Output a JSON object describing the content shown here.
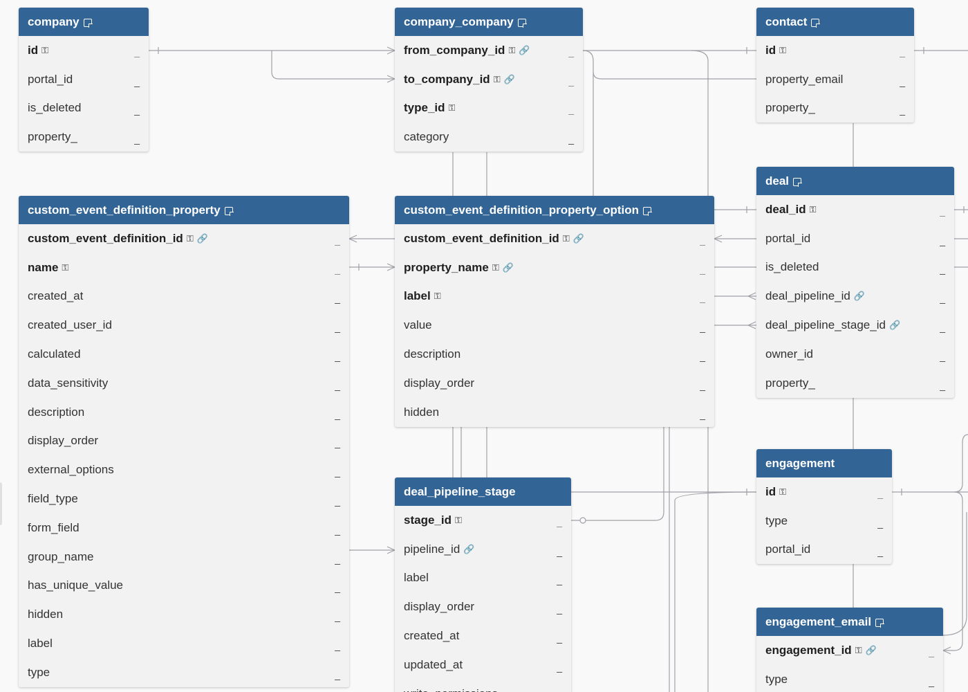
{
  "tables": [
    {
      "key": "company",
      "name": "company",
      "has_note": true,
      "columns": [
        {
          "name": "id",
          "pk": true,
          "key_icon": true,
          "link_icon": false
        },
        {
          "name": "portal_id",
          "pk": false,
          "key_icon": false,
          "link_icon": false
        },
        {
          "name": "is_deleted",
          "pk": false,
          "key_icon": false,
          "link_icon": false
        },
        {
          "name": "property_",
          "pk": false,
          "key_icon": false,
          "link_icon": false
        }
      ]
    },
    {
      "key": "company_company",
      "name": "company_company",
      "has_note": true,
      "columns": [
        {
          "name": "from_company_id",
          "pk": true,
          "key_icon": true,
          "link_icon": true
        },
        {
          "name": "to_company_id",
          "pk": true,
          "key_icon": true,
          "link_icon": true
        },
        {
          "name": "type_id",
          "pk": true,
          "key_icon": true,
          "link_icon": false
        },
        {
          "name": "category",
          "pk": false,
          "key_icon": false,
          "link_icon": false
        }
      ]
    },
    {
      "key": "contact",
      "name": "contact",
      "has_note": true,
      "columns": [
        {
          "name": "id",
          "pk": true,
          "key_icon": true,
          "link_icon": false
        },
        {
          "name": "property_email",
          "pk": false,
          "key_icon": false,
          "link_icon": false
        },
        {
          "name": "property_",
          "pk": false,
          "key_icon": false,
          "link_icon": false
        }
      ]
    },
    {
      "key": "custom_event_definition_property",
      "name": "custom_event_definition_property",
      "has_note": true,
      "columns": [
        {
          "name": "custom_event_definition_id",
          "pk": true,
          "key_icon": true,
          "link_icon": true
        },
        {
          "name": "name",
          "pk": true,
          "key_icon": true,
          "link_icon": false
        },
        {
          "name": "created_at",
          "pk": false,
          "key_icon": false,
          "link_icon": false
        },
        {
          "name": "created_user_id",
          "pk": false,
          "key_icon": false,
          "link_icon": false
        },
        {
          "name": "calculated",
          "pk": false,
          "key_icon": false,
          "link_icon": false
        },
        {
          "name": "data_sensitivity",
          "pk": false,
          "key_icon": false,
          "link_icon": false
        },
        {
          "name": "description",
          "pk": false,
          "key_icon": false,
          "link_icon": false
        },
        {
          "name": "display_order",
          "pk": false,
          "key_icon": false,
          "link_icon": false
        },
        {
          "name": "external_options",
          "pk": false,
          "key_icon": false,
          "link_icon": false
        },
        {
          "name": "field_type",
          "pk": false,
          "key_icon": false,
          "link_icon": false
        },
        {
          "name": "form_field",
          "pk": false,
          "key_icon": false,
          "link_icon": false
        },
        {
          "name": "group_name",
          "pk": false,
          "key_icon": false,
          "link_icon": false
        },
        {
          "name": "has_unique_value",
          "pk": false,
          "key_icon": false,
          "link_icon": false
        },
        {
          "name": "hidden",
          "pk": false,
          "key_icon": false,
          "link_icon": false
        },
        {
          "name": "label",
          "pk": false,
          "key_icon": false,
          "link_icon": false
        },
        {
          "name": "type",
          "pk": false,
          "key_icon": false,
          "link_icon": false
        }
      ]
    },
    {
      "key": "custom_event_definition_property_option",
      "name": "custom_event_definition_property_option",
      "has_note": true,
      "columns": [
        {
          "name": "custom_event_definition_id",
          "pk": true,
          "key_icon": true,
          "link_icon": true
        },
        {
          "name": "property_name",
          "pk": true,
          "key_icon": true,
          "link_icon": true
        },
        {
          "name": "label",
          "pk": true,
          "key_icon": true,
          "link_icon": false
        },
        {
          "name": "value",
          "pk": false,
          "key_icon": false,
          "link_icon": false
        },
        {
          "name": "description",
          "pk": false,
          "key_icon": false,
          "link_icon": false
        },
        {
          "name": "display_order",
          "pk": false,
          "key_icon": false,
          "link_icon": false
        },
        {
          "name": "hidden",
          "pk": false,
          "key_icon": false,
          "link_icon": false
        }
      ]
    },
    {
      "key": "deal",
      "name": "deal",
      "has_note": true,
      "columns": [
        {
          "name": "deal_id",
          "pk": true,
          "key_icon": true,
          "link_icon": false
        },
        {
          "name": "portal_id",
          "pk": false,
          "key_icon": false,
          "link_icon": false
        },
        {
          "name": "is_deleted",
          "pk": false,
          "key_icon": false,
          "link_icon": false
        },
        {
          "name": "deal_pipeline_id",
          "pk": false,
          "key_icon": false,
          "link_icon": true
        },
        {
          "name": "deal_pipeline_stage_id",
          "pk": false,
          "key_icon": false,
          "link_icon": true
        },
        {
          "name": "owner_id",
          "pk": false,
          "key_icon": false,
          "link_icon": false
        },
        {
          "name": "property_",
          "pk": false,
          "key_icon": false,
          "link_icon": false
        }
      ]
    },
    {
      "key": "deal_pipeline_stage",
      "name": "deal_pipeline_stage",
      "has_note": false,
      "columns": [
        {
          "name": "stage_id",
          "pk": true,
          "key_icon": true,
          "link_icon": false
        },
        {
          "name": "pipeline_id",
          "pk": false,
          "key_icon": false,
          "link_icon": true
        },
        {
          "name": "label",
          "pk": false,
          "key_icon": false,
          "link_icon": false
        },
        {
          "name": "display_order",
          "pk": false,
          "key_icon": false,
          "link_icon": false
        },
        {
          "name": "created_at",
          "pk": false,
          "key_icon": false,
          "link_icon": false
        },
        {
          "name": "updated_at",
          "pk": false,
          "key_icon": false,
          "link_icon": false
        },
        {
          "name": "write_permissions",
          "pk": false,
          "key_icon": false,
          "link_icon": false
        }
      ]
    },
    {
      "key": "engagement",
      "name": "engagement",
      "has_note": false,
      "columns": [
        {
          "name": "id",
          "pk": true,
          "key_icon": true,
          "link_icon": false
        },
        {
          "name": "type",
          "pk": false,
          "key_icon": false,
          "link_icon": false
        },
        {
          "name": "portal_id",
          "pk": false,
          "key_icon": false,
          "link_icon": false
        }
      ]
    },
    {
      "key": "engagement_email",
      "name": "engagement_email",
      "has_note": true,
      "columns": [
        {
          "name": "engagement_id",
          "pk": true,
          "key_icon": true,
          "link_icon": true
        },
        {
          "name": "type",
          "pk": false,
          "key_icon": false,
          "link_icon": false
        }
      ]
    }
  ],
  "icons": {
    "key": "⚿",
    "link": "🔗",
    "nullable": "_"
  },
  "colors": {
    "header": "#326595",
    "connector": "#a0a0a8"
  }
}
